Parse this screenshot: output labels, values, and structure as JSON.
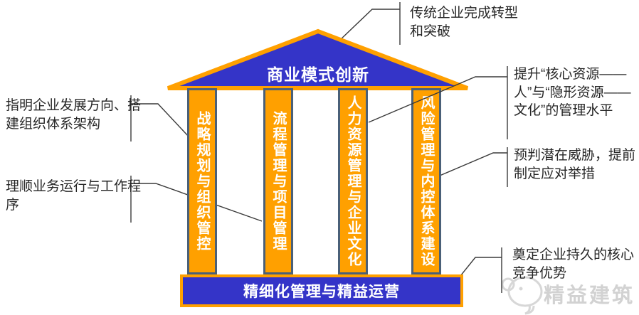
{
  "diagram": {
    "type": "temple-framework",
    "roof": {
      "label": "商业模式创新"
    },
    "pillars": [
      {
        "label": "战略规划与组织管控"
      },
      {
        "label": "流程管理与项目管理"
      },
      {
        "label": "人力资源管理与企业文化"
      },
      {
        "label": "风险管理与内控体系建设"
      }
    ],
    "base": {
      "label": "精细化管理与精益运营"
    },
    "callouts": {
      "roof_note": "传统企业完成转型和突破",
      "pillar1_note": "指明企业发展方向、搭建组织体系架构",
      "pillar2_note": "理顺业务运行与工作程序",
      "pillar3_note": "提升“核心资源——人”与“隐形资源——文化”的管理水平",
      "pillar4_note": "预判潜在威胁，提前制定应对举措",
      "base_note": "奠定企业持久的核心竞争优势"
    },
    "watermark": {
      "text": "精益建筑",
      "icon": "speech-bubble-logo-icon"
    },
    "colors": {
      "pillar_orange": "#FFA000",
      "roof_base_blue": "#3434C8",
      "pillar_border": "#4A6078",
      "connector_line": "#3a3a3a",
      "label_text": "#ffffff",
      "note_text": "#262626",
      "watermark_gray": "#d2d2d2"
    }
  }
}
